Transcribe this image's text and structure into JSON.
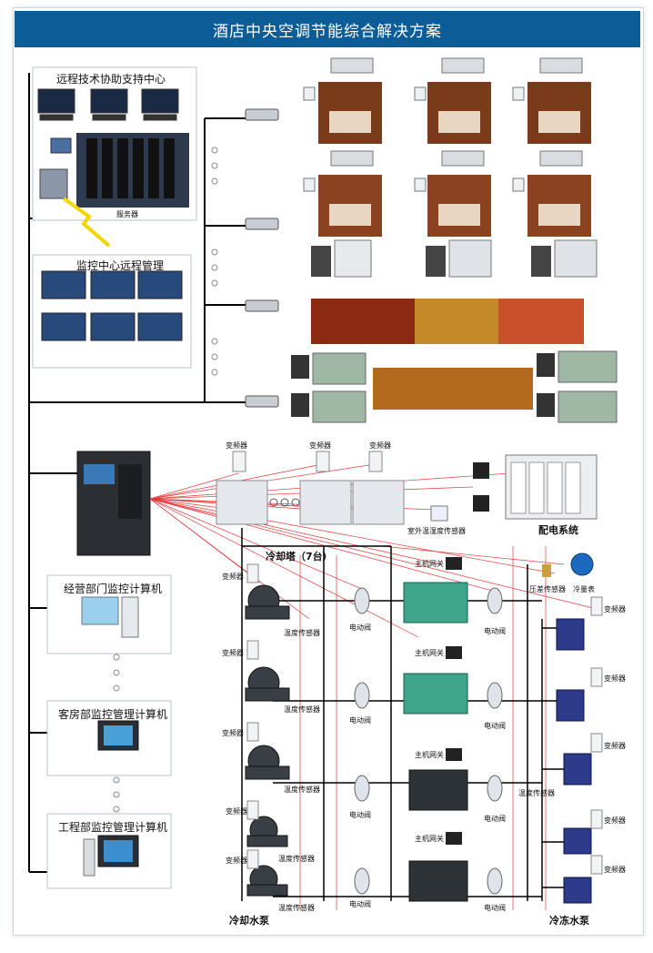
{
  "title": "酒店中央空调节能综合解决方案",
  "left": {
    "remote_center": "远程技术协助支持中心",
    "server": "服务器",
    "monitor_center": "监控中心远程管理",
    "business_pc": "经营部门监控计算机",
    "guestroom_pc": "客房部监控管理计算机",
    "engineering_pc": "工程部监控管理计算机"
  },
  "plant": {
    "vfd": "变频器",
    "cooling_tower": "冷却塔（7台）",
    "outdoor_sensor": "室外温湿度传感器",
    "power_system": "配电系统",
    "pressure_sensor": "压差传感器",
    "flow_meter": "冷量表",
    "host_gateway": "主机网关",
    "temp_sensor": "温度传感器",
    "electric_valve": "电动阀",
    "cooling_pump": "冷却水泵",
    "chilled_pump": "冷冻水泵"
  },
  "colors": {
    "title_bg": "#0c5c97",
    "bus_line": "#000000",
    "signal_line": "#e03a3a"
  }
}
